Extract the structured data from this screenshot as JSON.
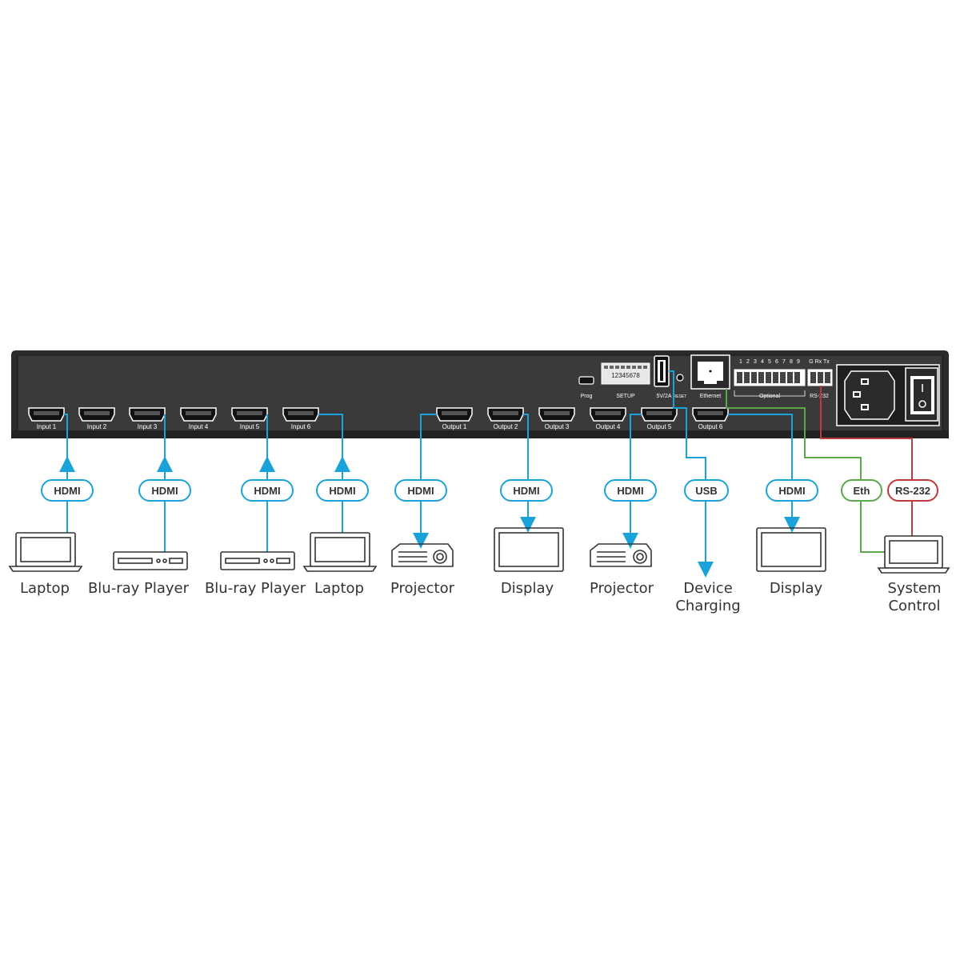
{
  "panel": {
    "inputs": [
      "Input 1",
      "Input 2",
      "Input 3",
      "Input 4",
      "Input 5",
      "Input 6"
    ],
    "outputs": [
      "Output 1",
      "Output 2",
      "Output 3",
      "Output 4",
      "Output 5",
      "Output 6"
    ],
    "prog": "Prog",
    "setup": "SETUP",
    "dip_numbers": "12345678",
    "usb_power": "5V/2A",
    "reset": "RESET",
    "ethernet": "Ethernet",
    "optional": "Optional",
    "terminal_numbers": [
      "1",
      "2",
      "3",
      "4",
      "5",
      "6",
      "7",
      "8",
      "9"
    ],
    "rs232_pins": "G Rx Tx",
    "rs232": "RS-232"
  },
  "cables": {
    "hdmi": "HDMI",
    "usb": "USB",
    "eth": "Eth",
    "rs232": "RS-232"
  },
  "devices": {
    "in1": "Laptop",
    "in3": "Blu-ray Player",
    "in5": "Blu-ray Player",
    "in6": "Laptop",
    "out1": "Projector",
    "out2": "Display",
    "out4": "Projector",
    "usb_line1": "Device",
    "usb_line2": "Charging",
    "out6": "Display",
    "ctrl_line1": "System",
    "ctrl_line2": "Control"
  },
  "colors": {
    "hdmi": "#1aa3d9",
    "eth": "#5aa84a",
    "rs232": "#c0393b",
    "panel": "#2b2b2b"
  }
}
